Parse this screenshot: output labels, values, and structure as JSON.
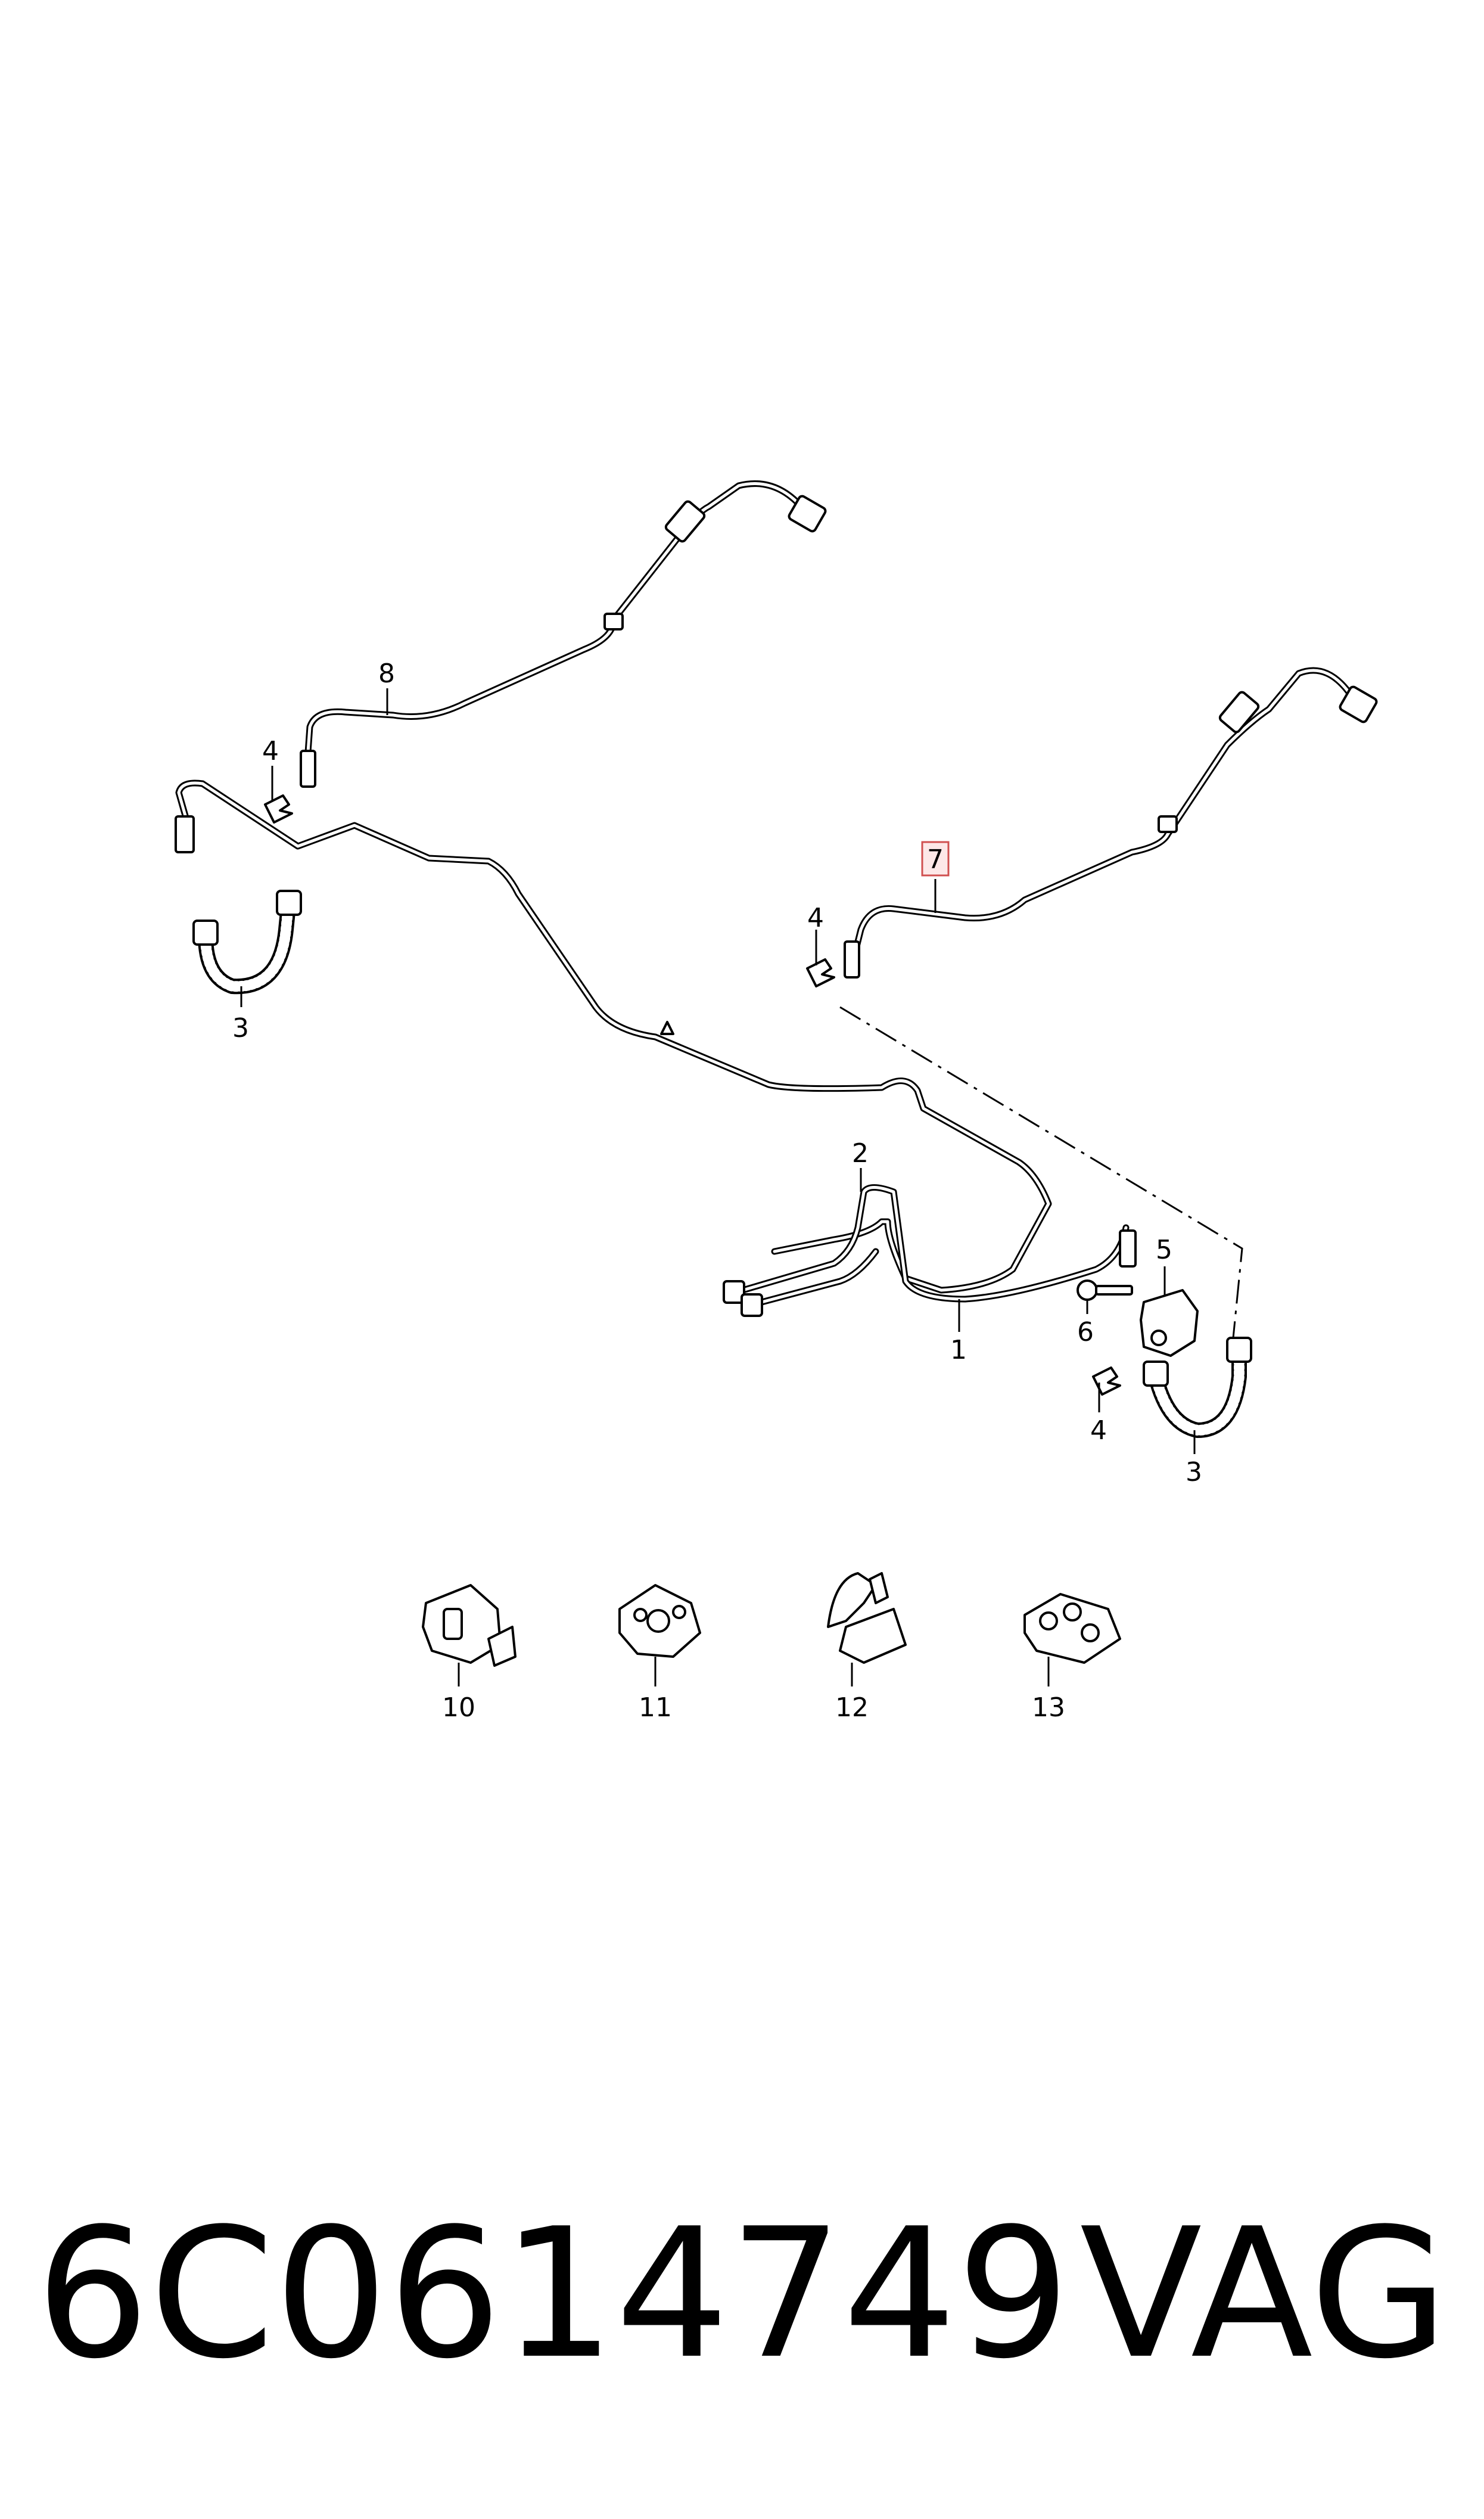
{
  "callouts": {
    "c1": "1",
    "c2": "2",
    "c3a": "3",
    "c3b": "3",
    "c4a": "4",
    "c4b": "4",
    "c4c": "4",
    "c5": "5",
    "c6": "6",
    "c7": "7",
    "c8": "8",
    "c10": "10",
    "c11": "11",
    "c12": "12",
    "c13": "13"
  },
  "footer": {
    "part_number": "6C0614749",
    "brand": "VAG"
  },
  "colors": {
    "line": "#000000",
    "highlight_fill": "#fde8e8",
    "highlight_stroke": "#d05050"
  }
}
